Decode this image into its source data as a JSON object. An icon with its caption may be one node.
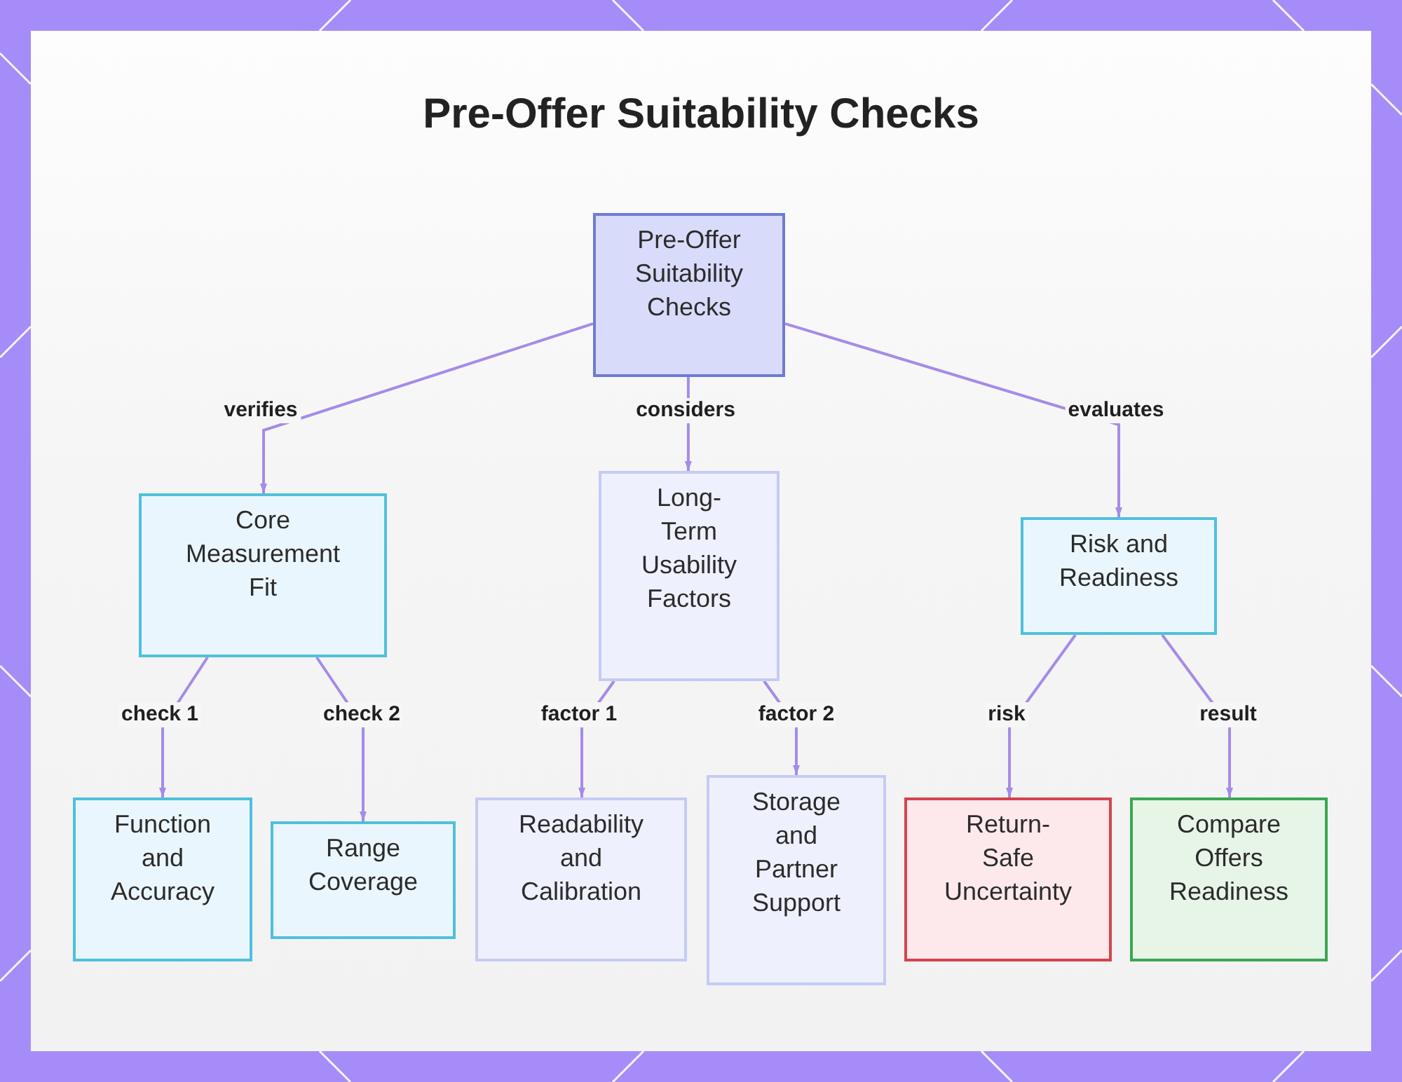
{
  "diagram": {
    "title": "Pre-Offer Suitability Checks",
    "nodes": [
      {
        "text": [
          "Pre-Offer Suitability Checks"
        ]
      },
      {
        "text": [
          "Core Measurement Fit"
        ]
      },
      {
        "text": [
          "Long-Term Usability Factors"
        ]
      },
      {
        "text": [
          "Risk and Readiness"
        ]
      },
      {
        "text": [
          "Function and Accuracy"
        ]
      },
      {
        "text": [
          "Range Coverage"
        ]
      },
      {
        "text": [
          "Readability and Calibration"
        ]
      },
      {
        "text": [
          "Storage and Partner Support"
        ]
      },
      {
        "text": [
          "Return-Safe Uncertainty"
        ]
      },
      {
        "text": [
          "Compare Offers Readiness"
        ]
      }
    ],
    "edges": [
      {
        "from": 0,
        "to": 1,
        "arrow": "to",
        "label": "verifies"
      },
      {
        "from": 0,
        "to": 2,
        "arrow": "to",
        "label": "considers"
      },
      {
        "from": 0,
        "to": 3,
        "arrow": "to",
        "label": "evaluates"
      },
      {
        "from": 1,
        "to": 4,
        "arrow": "to",
        "label": "check 1"
      },
      {
        "from": 1,
        "to": 5,
        "arrow": "to",
        "label": "check 2"
      },
      {
        "from": 2,
        "to": 6,
        "arrow": "to",
        "label": "factor 1"
      },
      {
        "from": 2,
        "to": 7,
        "arrow": "to",
        "label": "factor 2"
      },
      {
        "from": 3,
        "to": 8,
        "arrow": "to",
        "label": "risk"
      },
      {
        "from": 3,
        "to": 9,
        "arrow": "to",
        "label": "result"
      }
    ]
  }
}
